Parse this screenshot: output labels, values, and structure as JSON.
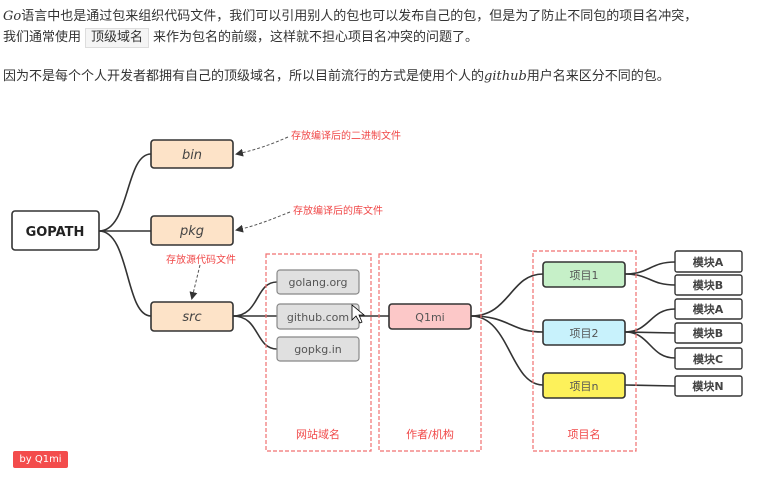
{
  "text": {
    "p1_go": "Go",
    "p1_rest": "语言中也是通过包来组织代码文件，我们可以引用别人的包也可以发布自己的包，但是为了防止不同包的项目名冲突，",
    "p2_before": "我们通常使用",
    "p2_chip": "顶级域名",
    "p2_after": "来作为包名的前缀，这样就不担心项目名冲突的问题了。",
    "p3_before": "因为不是每个个人开发者都拥有自己的顶级域名，所以目前流行的方式是使用个人的",
    "p3_github": "github",
    "p3_after": "用户名来区分不同的包。"
  },
  "diagram": {
    "root": "GOPATH",
    "dirs": [
      "bin",
      "pkg",
      "src"
    ],
    "notes": [
      "存放编译后的二进制文件",
      "存放编译后的库文件",
      "存放源代码文件"
    ],
    "domains": [
      "golang.org",
      "github.com",
      "gopkg.in"
    ],
    "author": "Q1mi",
    "projects": [
      "项目1",
      "项目2",
      "项目n"
    ],
    "modules": [
      "模块A",
      "模块B",
      "模块A",
      "模块B",
      "模块C",
      "模块N"
    ],
    "group_labels": [
      "网站域名",
      "作者/机构",
      "项目名"
    ],
    "colors": {
      "dir": "#fde3c8",
      "domain": "#e0e0e0",
      "author": "#fcc8c8",
      "p1": "#c6f0c8",
      "p2": "#c8f2fc",
      "pn": "#fdf15a",
      "note": "#f04848"
    }
  },
  "badge": "by Q1mi"
}
